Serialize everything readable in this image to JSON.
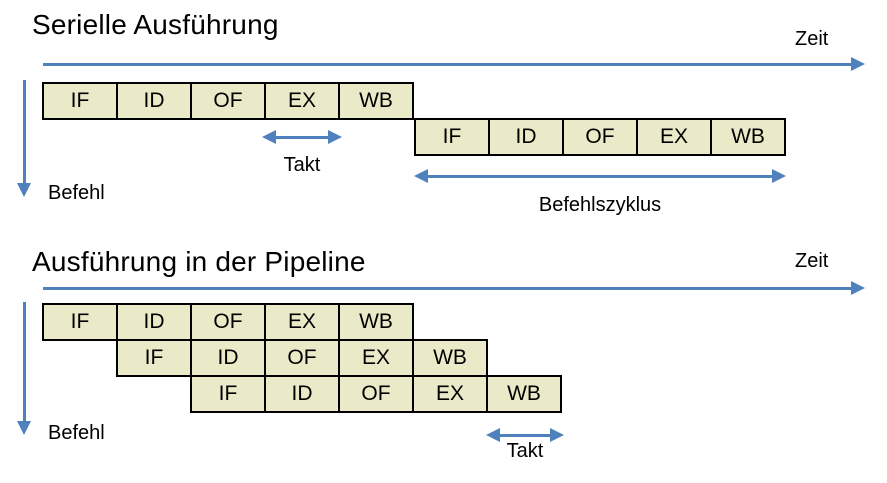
{
  "colors": {
    "arrow": "#4F81BD",
    "box_fill": "#EAEAC8",
    "box_border": "#000000"
  },
  "serial": {
    "title": "Serielle Ausführung",
    "zeit": "Zeit",
    "befehl": "Befehl",
    "takt": "Takt",
    "befehlszyklus": "Befehlszyklus",
    "rows": [
      [
        "IF",
        "ID",
        "OF",
        "EX",
        "WB"
      ],
      [
        "IF",
        "ID",
        "OF",
        "EX",
        "WB"
      ]
    ]
  },
  "pipeline": {
    "title": "Ausführung in der Pipeline",
    "zeit": "Zeit",
    "befehl": "Befehl",
    "takt": "Takt",
    "rows": [
      [
        "IF",
        "ID",
        "OF",
        "EX",
        "WB"
      ],
      [
        "IF",
        "ID",
        "OF",
        "EX",
        "WB"
      ],
      [
        "IF",
        "ID",
        "OF",
        "EX",
        "WB"
      ]
    ]
  }
}
